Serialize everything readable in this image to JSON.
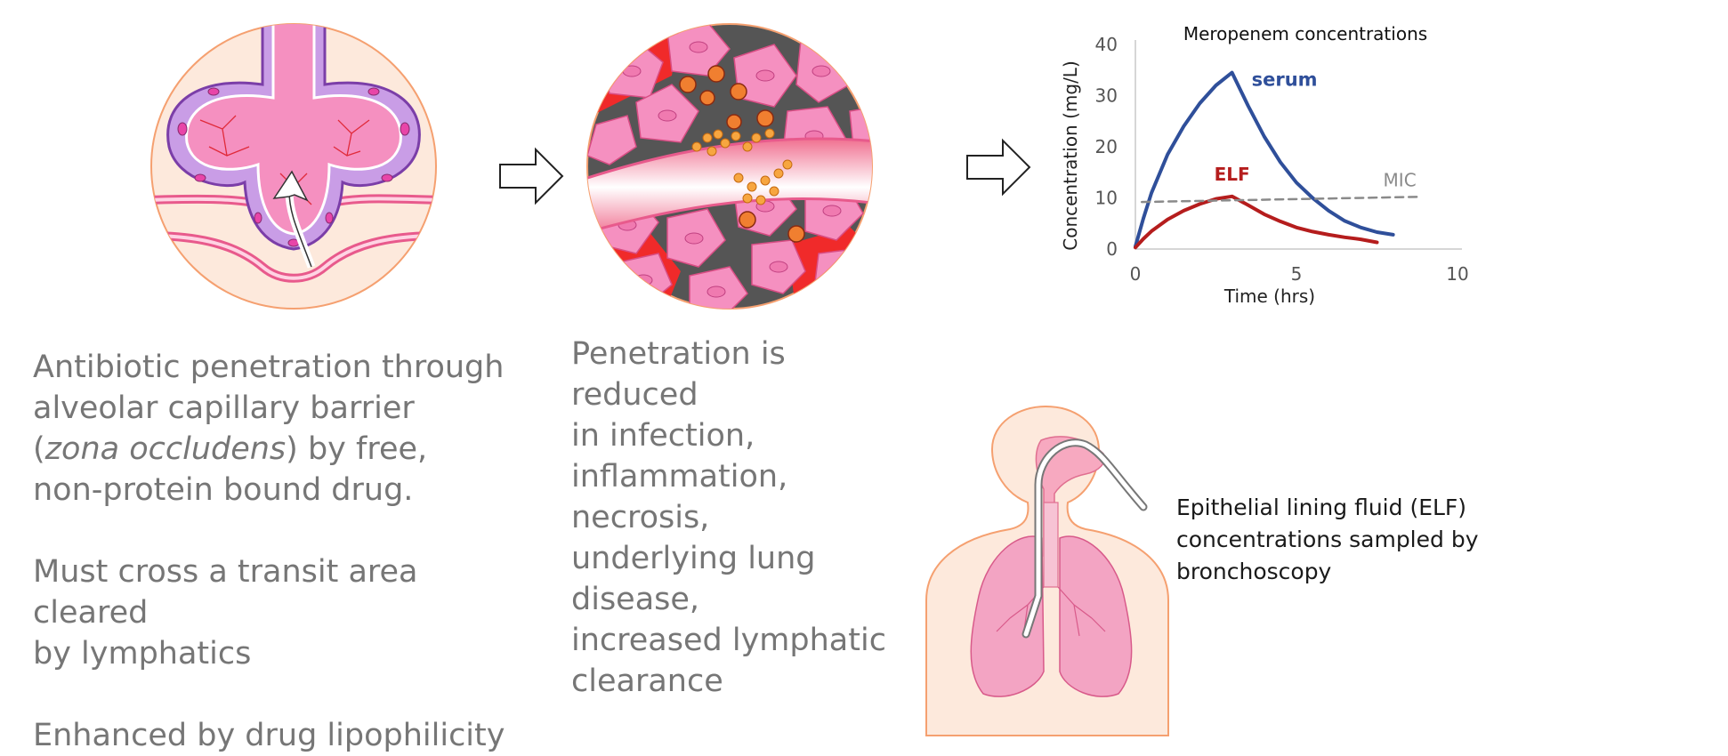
{
  "left_panel": {
    "line1": "Antibiotic penetration through",
    "line2": "alveolar capillary barrier",
    "line3_open": "(",
    "line3_italic": "zona occludens",
    "line3_rest": ") by free,",
    "line4": "non-protein bound drug.",
    "line5": "Must cross a transit area cleared",
    "line6": "by lymphatics",
    "line7": "Enhanced by drug lipophilicity"
  },
  "middle_panel": {
    "lines": [
      "Penetration is reduced",
      "in infection,",
      "inflammation, necrosis,",
      "underlying lung",
      "disease,",
      "increased lymphatic",
      "clearance"
    ]
  },
  "bronchoscopy": {
    "lines": [
      "Epithelial lining fluid (ELF)",
      "concentrations sampled by",
      "bronchoscopy"
    ]
  },
  "colors": {
    "serum": "#2f4f9a",
    "elf": "#b51d1d",
    "mic": "#8a8a8a",
    "tissue_pink": "#f07fae",
    "capillary_red": "#f02a2a",
    "skin": "#fde9dc",
    "outline_orange": "#f5a070"
  },
  "chart_data": {
    "type": "line",
    "title": "Meropenem concentrations",
    "xlabel": "Time (hrs)",
    "ylabel": "Concentration (mg/L)",
    "xlim": [
      0,
      10
    ],
    "ylim": [
      0,
      40
    ],
    "xticks": [
      0,
      5,
      10
    ],
    "yticks": [
      0,
      10,
      20,
      30,
      40
    ],
    "grid": false,
    "series": [
      {
        "name": "serum",
        "color": "#2f4f9a",
        "x": [
          0,
          0.25,
          0.5,
          1,
          1.5,
          2,
          2.5,
          3,
          3.5,
          4,
          4.5,
          5,
          5.5,
          6,
          6.5,
          7,
          7.5,
          8
        ],
        "y": [
          0.5,
          6,
          11,
          18.5,
          24,
          28.5,
          32,
          34.5,
          28,
          22,
          17,
          13,
          10,
          7.5,
          5.5,
          4.2,
          3.3,
          2.8
        ]
      },
      {
        "name": "ELF",
        "color": "#b51d1d",
        "x": [
          0,
          0.25,
          0.5,
          1,
          1.5,
          2,
          2.5,
          3,
          3.5,
          4,
          4.5,
          5,
          5.5,
          6,
          6.5,
          7,
          7.5
        ],
        "y": [
          0.3,
          2,
          3.5,
          5.8,
          7.5,
          8.8,
          9.8,
          10.3,
          8.6,
          6.8,
          5.4,
          4.2,
          3.4,
          2.8,
          2.3,
          1.9,
          1.3
        ]
      },
      {
        "name": "MIC",
        "color": "#8a8a8a",
        "dashed": true,
        "x": [
          0.2,
          8.8
        ],
        "y": [
          9.2,
          10.2
        ]
      }
    ]
  }
}
